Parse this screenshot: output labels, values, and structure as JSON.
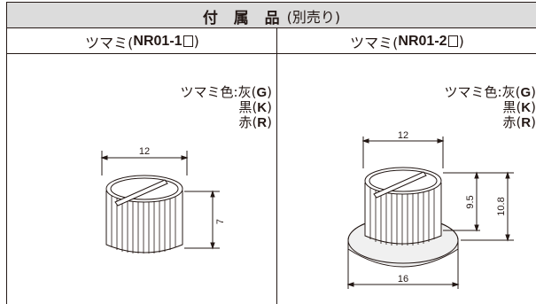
{
  "table": {
    "title": "付 属 品",
    "title_sub": "(別売り)",
    "columns": [
      {
        "name": "ツマミ(",
        "model": "NR01-1",
        "suffix": ")",
        "color_label": "ツマミ色:灰(",
        "colors": [
          {
            "name": "灰",
            "code": "G"
          },
          {
            "name": "黒",
            "code": "K"
          },
          {
            "name": "赤",
            "code": "R"
          }
        ],
        "dims": {
          "width": "12",
          "height": "7"
        }
      },
      {
        "name": "ツマミ(",
        "model": "NR01-2",
        "suffix": ")",
        "color_label": "ツマミ色:灰(",
        "colors": [
          {
            "name": "灰",
            "code": "G"
          },
          {
            "name": "黒",
            "code": "K"
          },
          {
            "name": "赤",
            "code": "R"
          }
        ],
        "dims": {
          "width": "12",
          "height_knob": "9.5",
          "height_total": "10.8",
          "base_width": "16"
        }
      }
    ]
  },
  "ui": {
    "line_color": "#231815",
    "title_bg": "#dcdcdc"
  }
}
